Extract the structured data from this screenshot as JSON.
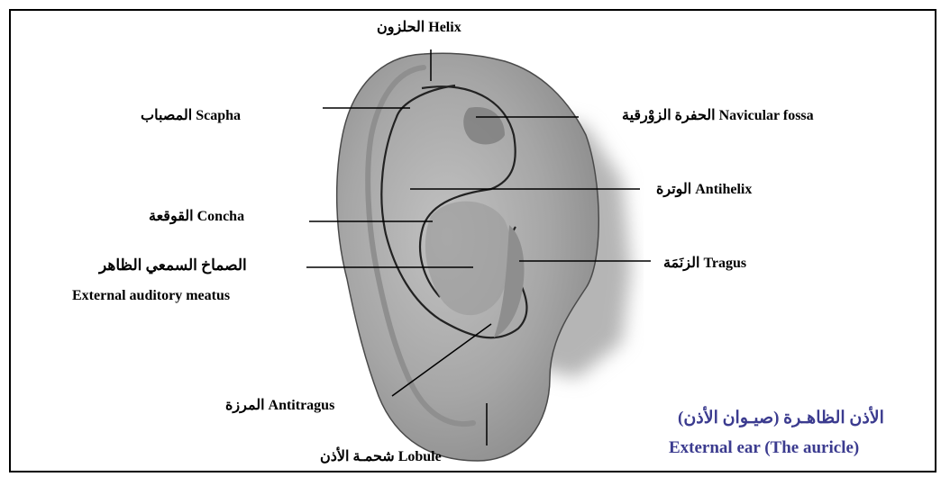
{
  "labels": {
    "helix": "الحلزون Helix",
    "scapha": "المصباب Scapha",
    "navicular_fossa": "الحفرة الزوْرقية Navicular fossa",
    "antihelix": "الوترة Antihelix",
    "concha": "القوقعة Concha",
    "tragus": "الزنَمَة Tragus",
    "meatus_ar": "الصماخ السمعي الظاهر",
    "meatus_en": "External auditory meatus",
    "antitragus": "المرزة Antitragus",
    "lobule": "شحمـة الأذن Lobule"
  },
  "caption": {
    "arabic": "الأذن الظاهـرة (صيـوان الأذن)",
    "english": "External ear (The auricle)"
  },
  "colors": {
    "caption": "#3b3b8f",
    "ear_fill": "#a9a9a9",
    "ear_outline": "#333333"
  }
}
